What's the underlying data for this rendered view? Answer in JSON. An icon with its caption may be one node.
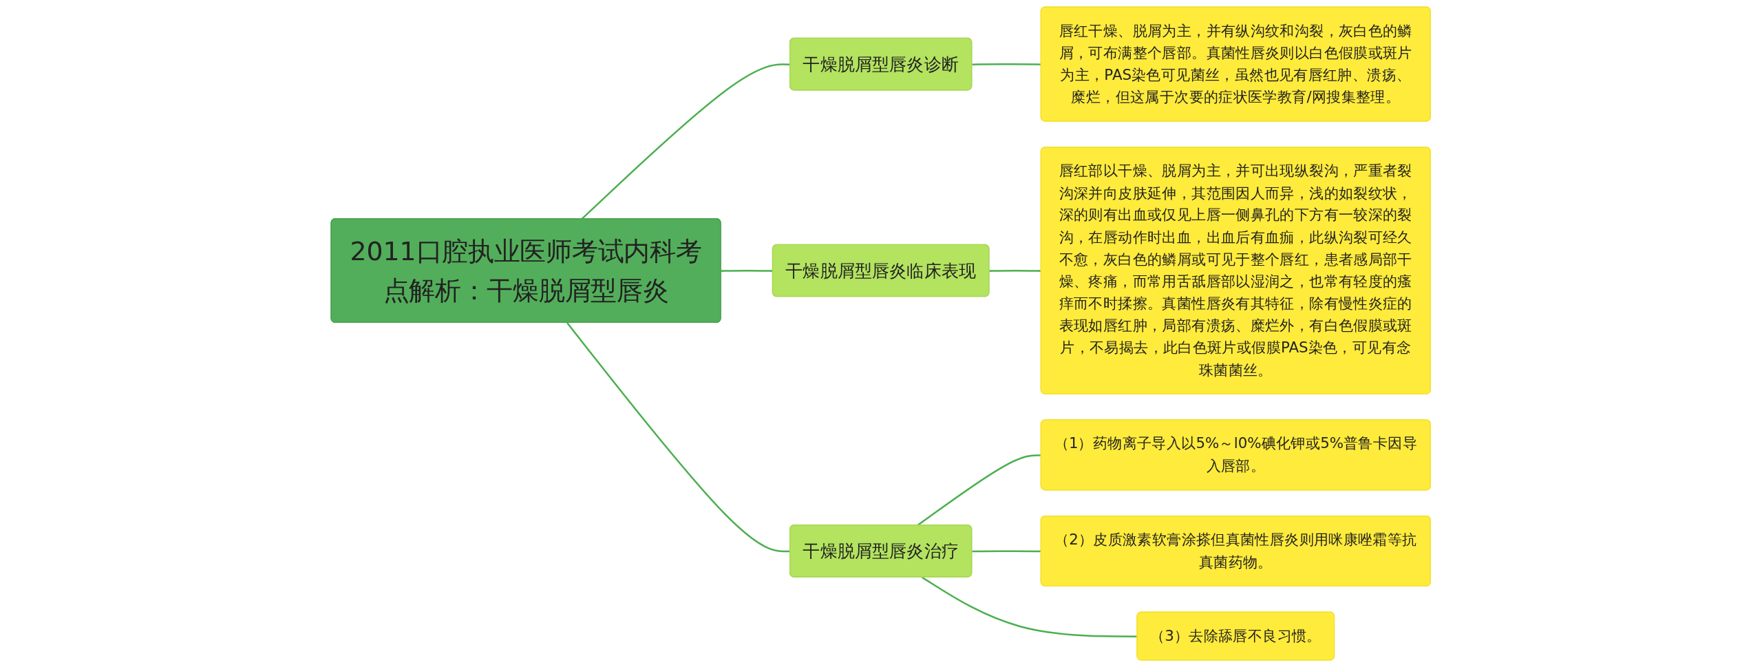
{
  "diagram": {
    "nodes": [
      {
        "text": [
          "2011口腔执业医师考试内科考点解析：干燥脱屑型唇炎"
        ]
      },
      {
        "text": [
          "干燥脱屑型唇炎诊断"
        ]
      },
      {
        "text": [
          "唇红干燥、脱屑为主，并有纵沟纹和沟裂，灰白色的鳞屑，可布满整个唇部。真菌性唇炎则以白色假膜或斑片为主，PAS染色可见菌丝，虽然也见有唇红肿、溃疡、糜烂，但这属于次要的症状医学教育/网搜集整理。"
        ]
      },
      {
        "text": [
          "干燥脱屑型唇炎临床表现"
        ]
      },
      {
        "text": [
          "唇红部以干燥、脱屑为主，并可出现纵裂沟，严重者裂沟深并向皮肤延伸，其范围因人而异，浅的如裂纹状，深的则有出血或仅见上唇一侧鼻孔的下方有一较深的裂沟，在唇动作时出血，出血后有血痂，此纵沟裂可经久不愈，灰白色的鳞屑或可见于整个唇红，患者感局部干燥、疼痛，而常用舌舐唇部以湿润之，也常有轻度的瘙痒而不时揉擦。真菌性唇炎有其特征，除有慢性炎症的表现如唇红肿，局部有溃疡、糜烂外，有白色假膜或斑片，不易揭去，此白色斑片或假膜PAS染色，可见有念珠菌菌丝。"
        ]
      },
      {
        "text": [
          "干燥脱屑型唇炎治疗"
        ]
      },
      {
        "text": [
          "（1）药物离子导入以5%～l0%碘化钾或5%普鲁卡因导入唇部。"
        ]
      },
      {
        "text": [
          "（2）皮质激素软膏涂搽但真菌性唇炎则用咪康唑霜等抗真菌药物。"
        ]
      },
      {
        "text": [
          "（3）去除舔唇不良习惯。"
        ]
      }
    ],
    "edges": [
      {
        "from": 0,
        "to": 1,
        "arrow": "none"
      },
      {
        "from": 1,
        "to": 2,
        "arrow": "none"
      },
      {
        "from": 0,
        "to": 3,
        "arrow": "none"
      },
      {
        "from": 3,
        "to": 4,
        "arrow": "none"
      },
      {
        "from": 0,
        "to": 5,
        "arrow": "none"
      },
      {
        "from": 5,
        "to": 6,
        "arrow": "none"
      },
      {
        "from": 5,
        "to": 7,
        "arrow": "none"
      },
      {
        "from": 5,
        "to": 8,
        "arrow": "none"
      }
    ]
  }
}
